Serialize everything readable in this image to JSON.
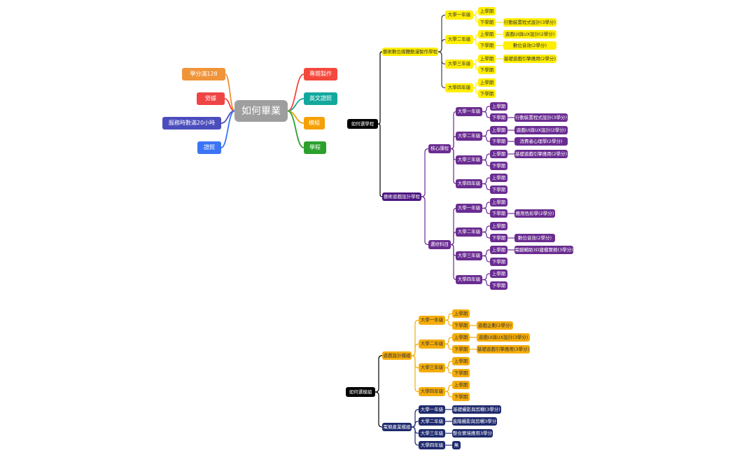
{
  "colors": {
    "central": "#9e9e9e",
    "black": "#000000",
    "yellow": "#ffee00",
    "purple_dark": "#4a1480",
    "purple": "#6a2c91",
    "amber": "#f5ad0b",
    "navy": "#1f2a6e",
    "orange": "#f0943a",
    "red": "#ef4444",
    "indigo": "#4b4dbd",
    "blue": "#3b74f5",
    "coral": "#f4483c",
    "teal": "#13a89e",
    "gold": "#f5a006",
    "green": "#2ca02c"
  },
  "mindmap1": {
    "central": "如何畢業",
    "left": [
      "學分滿128",
      "勞據",
      "服務時數滿20小時",
      "證照"
    ],
    "right": [
      "專題製作",
      "英文證照",
      "模組",
      "學程"
    ]
  },
  "tree_program": {
    "root": "如何選學程",
    "branch_a": {
      "label": "藝術數位媒體動漫製作學程",
      "years": [
        "大學一年級",
        "大學二年級",
        "大學三年級",
        "大學四年級"
      ],
      "sem1": "上學期",
      "sem2": "下學期",
      "courses": [
        "行動裝置程式設計(3學分)",
        "遊戲UI與UX設計(2學分)",
        "數位音效(2學分)",
        "基礎遊戲引擎應用(2學分)"
      ]
    },
    "branch_b": {
      "label": "藝術遊戲設計學程",
      "core": {
        "label": "核心課程",
        "years": [
          "大學一年級",
          "大學二年級",
          "大學三年級",
          "大學四年級"
        ],
        "sem1": "上學期",
        "sem2": "下學期",
        "courses": [
          "行動裝置程式設計(3學分)",
          "遊戲UI與UX設計(2學分)",
          "消費者心理學(2學分)",
          "基礎遊戲引擎應用(2學分)"
        ]
      },
      "elective": {
        "label": "選修科目",
        "years": [
          "大學一年級",
          "大學二年級",
          "大學三年級",
          "大學四年級"
        ],
        "sem1": "上學期",
        "sem2": "下學期",
        "courses": [
          "應用色彩學(2學分)",
          "數位音效(2學分)",
          "電腦輔助3D建模實務(3學分)"
        ]
      }
    }
  },
  "tree_module": {
    "root": "如何選模組",
    "branch_a": {
      "label": "遊戲設計模組",
      "years": [
        "大學一年級",
        "大學二年級",
        "大學三年級",
        "大學四年級"
      ],
      "sem1": "上學期",
      "sem2": "下學期",
      "courses": [
        "遊戲企劃(2學分)",
        "遊戲UI與UX設計(3學分)",
        "基礎遊戲引擎應用(3學分)"
      ]
    },
    "branch_b": {
      "label": "電競產業模組",
      "years": [
        "大學一年級",
        "大學二年級",
        "大學三年級",
        "大學四年級"
      ],
      "courses": [
        "基礎攝影與剪輯(3學分)",
        "進階攝影與剪輯3學分",
        "整合實境應用3學分",
        "無"
      ]
    }
  }
}
